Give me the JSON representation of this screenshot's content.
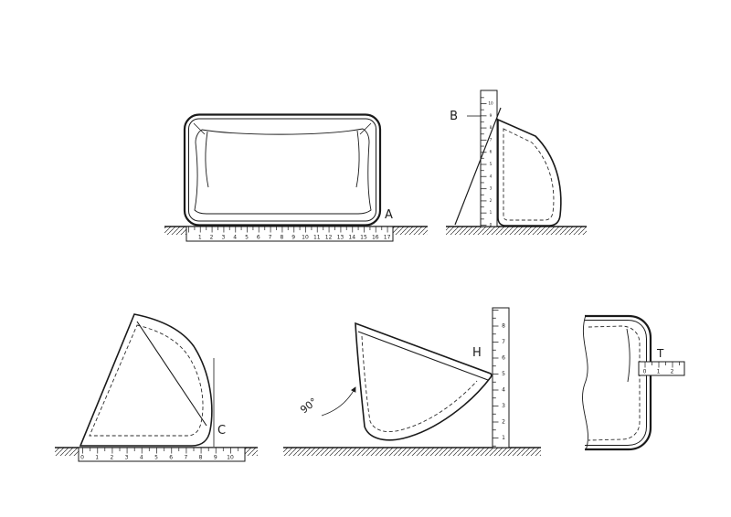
{
  "colors": {
    "ink": "#1a1a1a"
  },
  "figures": {
    "front": {
      "label": "A",
      "ruler": [
        "1",
        "2",
        "3",
        "4",
        "5",
        "6",
        "7",
        "8",
        "9",
        "10",
        "11",
        "12",
        "13",
        "14",
        "15",
        "16",
        "17"
      ]
    },
    "width": {
      "label": "B",
      "ruler": [
        "0",
        "1",
        "2",
        "3",
        "4",
        "5",
        "6",
        "7",
        "8",
        "9",
        "10"
      ]
    },
    "depth": {
      "label": "C",
      "ruler": [
        "0",
        "1",
        "2",
        "3",
        "4",
        "5",
        "6",
        "7",
        "8",
        "9",
        "10"
      ]
    },
    "height": {
      "label": "H",
      "angle": "90°",
      "ruler": [
        "1",
        "2",
        "3",
        "4",
        "5",
        "6",
        "7",
        "8"
      ]
    },
    "thickness": {
      "label": "T",
      "ruler": [
        "0",
        "1",
        "2"
      ]
    }
  }
}
